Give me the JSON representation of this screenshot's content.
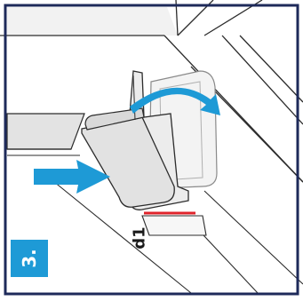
{
  "step": {
    "label": "3."
  },
  "dimension": {
    "label": "d1"
  },
  "colors": {
    "frame": "#1e2a5a",
    "arrow": "#1e9ad6",
    "step_badge": "#1e9ad6",
    "step_text": "#ffffff",
    "measure_line": "#e0242b",
    "outline": "#2c2c2c",
    "shade": "#e3e3e3",
    "clip_transparent": "#f3f3f3"
  },
  "icons": {
    "push_arrow": "straight-arrow-right",
    "rotate_arrow": "curved-arrow-clockwise"
  }
}
